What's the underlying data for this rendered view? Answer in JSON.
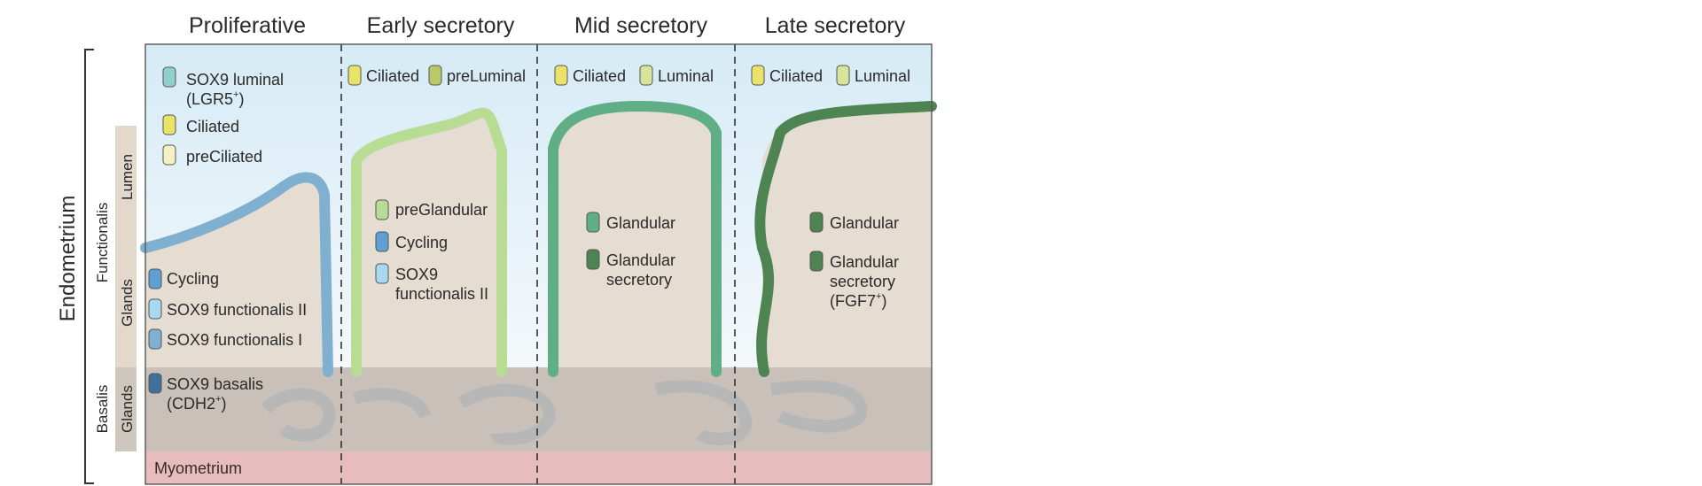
{
  "phases": [
    "Proliferative",
    "Early secretory",
    "Mid secretory",
    "Late secretory"
  ],
  "sidebar": {
    "outer": "Endometrium",
    "functionalis": "Functionalis",
    "basalis": "Basalis",
    "lumen": "Lumen",
    "glands_upper": "Glands",
    "glands_lower": "Glands"
  },
  "myometrium": "Myometrium",
  "legend": {
    "proliferative_top": [
      {
        "line1": "SOX9 luminal",
        "line2": "(LGR5",
        "sup": "+",
        "tail": ")",
        "color": "#8fd0cf"
      },
      {
        "line1": "Ciliated",
        "color": "#e9e36a"
      },
      {
        "line1": "preCiliated",
        "color": "#f6f1c4"
      }
    ],
    "proliferative_glands": [
      {
        "line1": "Cycling",
        "color": "#5f9fd3"
      },
      {
        "line1": "SOX9 functionalis II",
        "color": "#a9d8f1"
      },
      {
        "line1": "SOX9 functionalis I",
        "color": "#7fb0cf"
      }
    ],
    "proliferative_basalis": {
      "line1": "SOX9 basalis",
      "line2": "(CDH2",
      "sup": "+",
      "tail": ")",
      "color": "#3f6f9a"
    },
    "early_top": [
      {
        "line1": "Ciliated",
        "color": "#e9e36a"
      },
      {
        "line1": "preLuminal",
        "color": "#b9c96a"
      }
    ],
    "early_glands": [
      {
        "line1": "preGlandular",
        "color": "#b8dc94"
      },
      {
        "line1": "Cycling",
        "color": "#5f9fd3"
      },
      {
        "line1": "SOX9",
        "line2": "functionalis II",
        "color": "#a9d8f1"
      }
    ],
    "mid_top": [
      {
        "line1": "Ciliated",
        "color": "#e9e36a"
      },
      {
        "line1": "Luminal",
        "color": "#d6e59a"
      }
    ],
    "mid_glands": [
      {
        "line1": "Glandular",
        "color": "#5fae85"
      },
      {
        "line1": "Glandular",
        "line2": "secretory",
        "color": "#4e8452"
      }
    ],
    "late_top": [
      {
        "line1": "Ciliated",
        "color": "#e9e36a"
      },
      {
        "line1": "Luminal",
        "color": "#d6e59a"
      }
    ],
    "late_glands": [
      {
        "line1": "Glandular",
        "color": "#4e8452"
      },
      {
        "line1": "Glandular",
        "line2": "secretory",
        "line3": "(FGF7",
        "sup": "+",
        "tail": ")",
        "color": "#4e8452"
      }
    ]
  },
  "colors": {
    "lumen_top": "#dcedf6",
    "functionalis": "#e6ddd2",
    "basalis": "#c9c1b9",
    "myometrium": "#e7bcbc",
    "sidebar_functionalis": "#e3d8cc",
    "sidebar_basalis": "#cfc6be"
  }
}
